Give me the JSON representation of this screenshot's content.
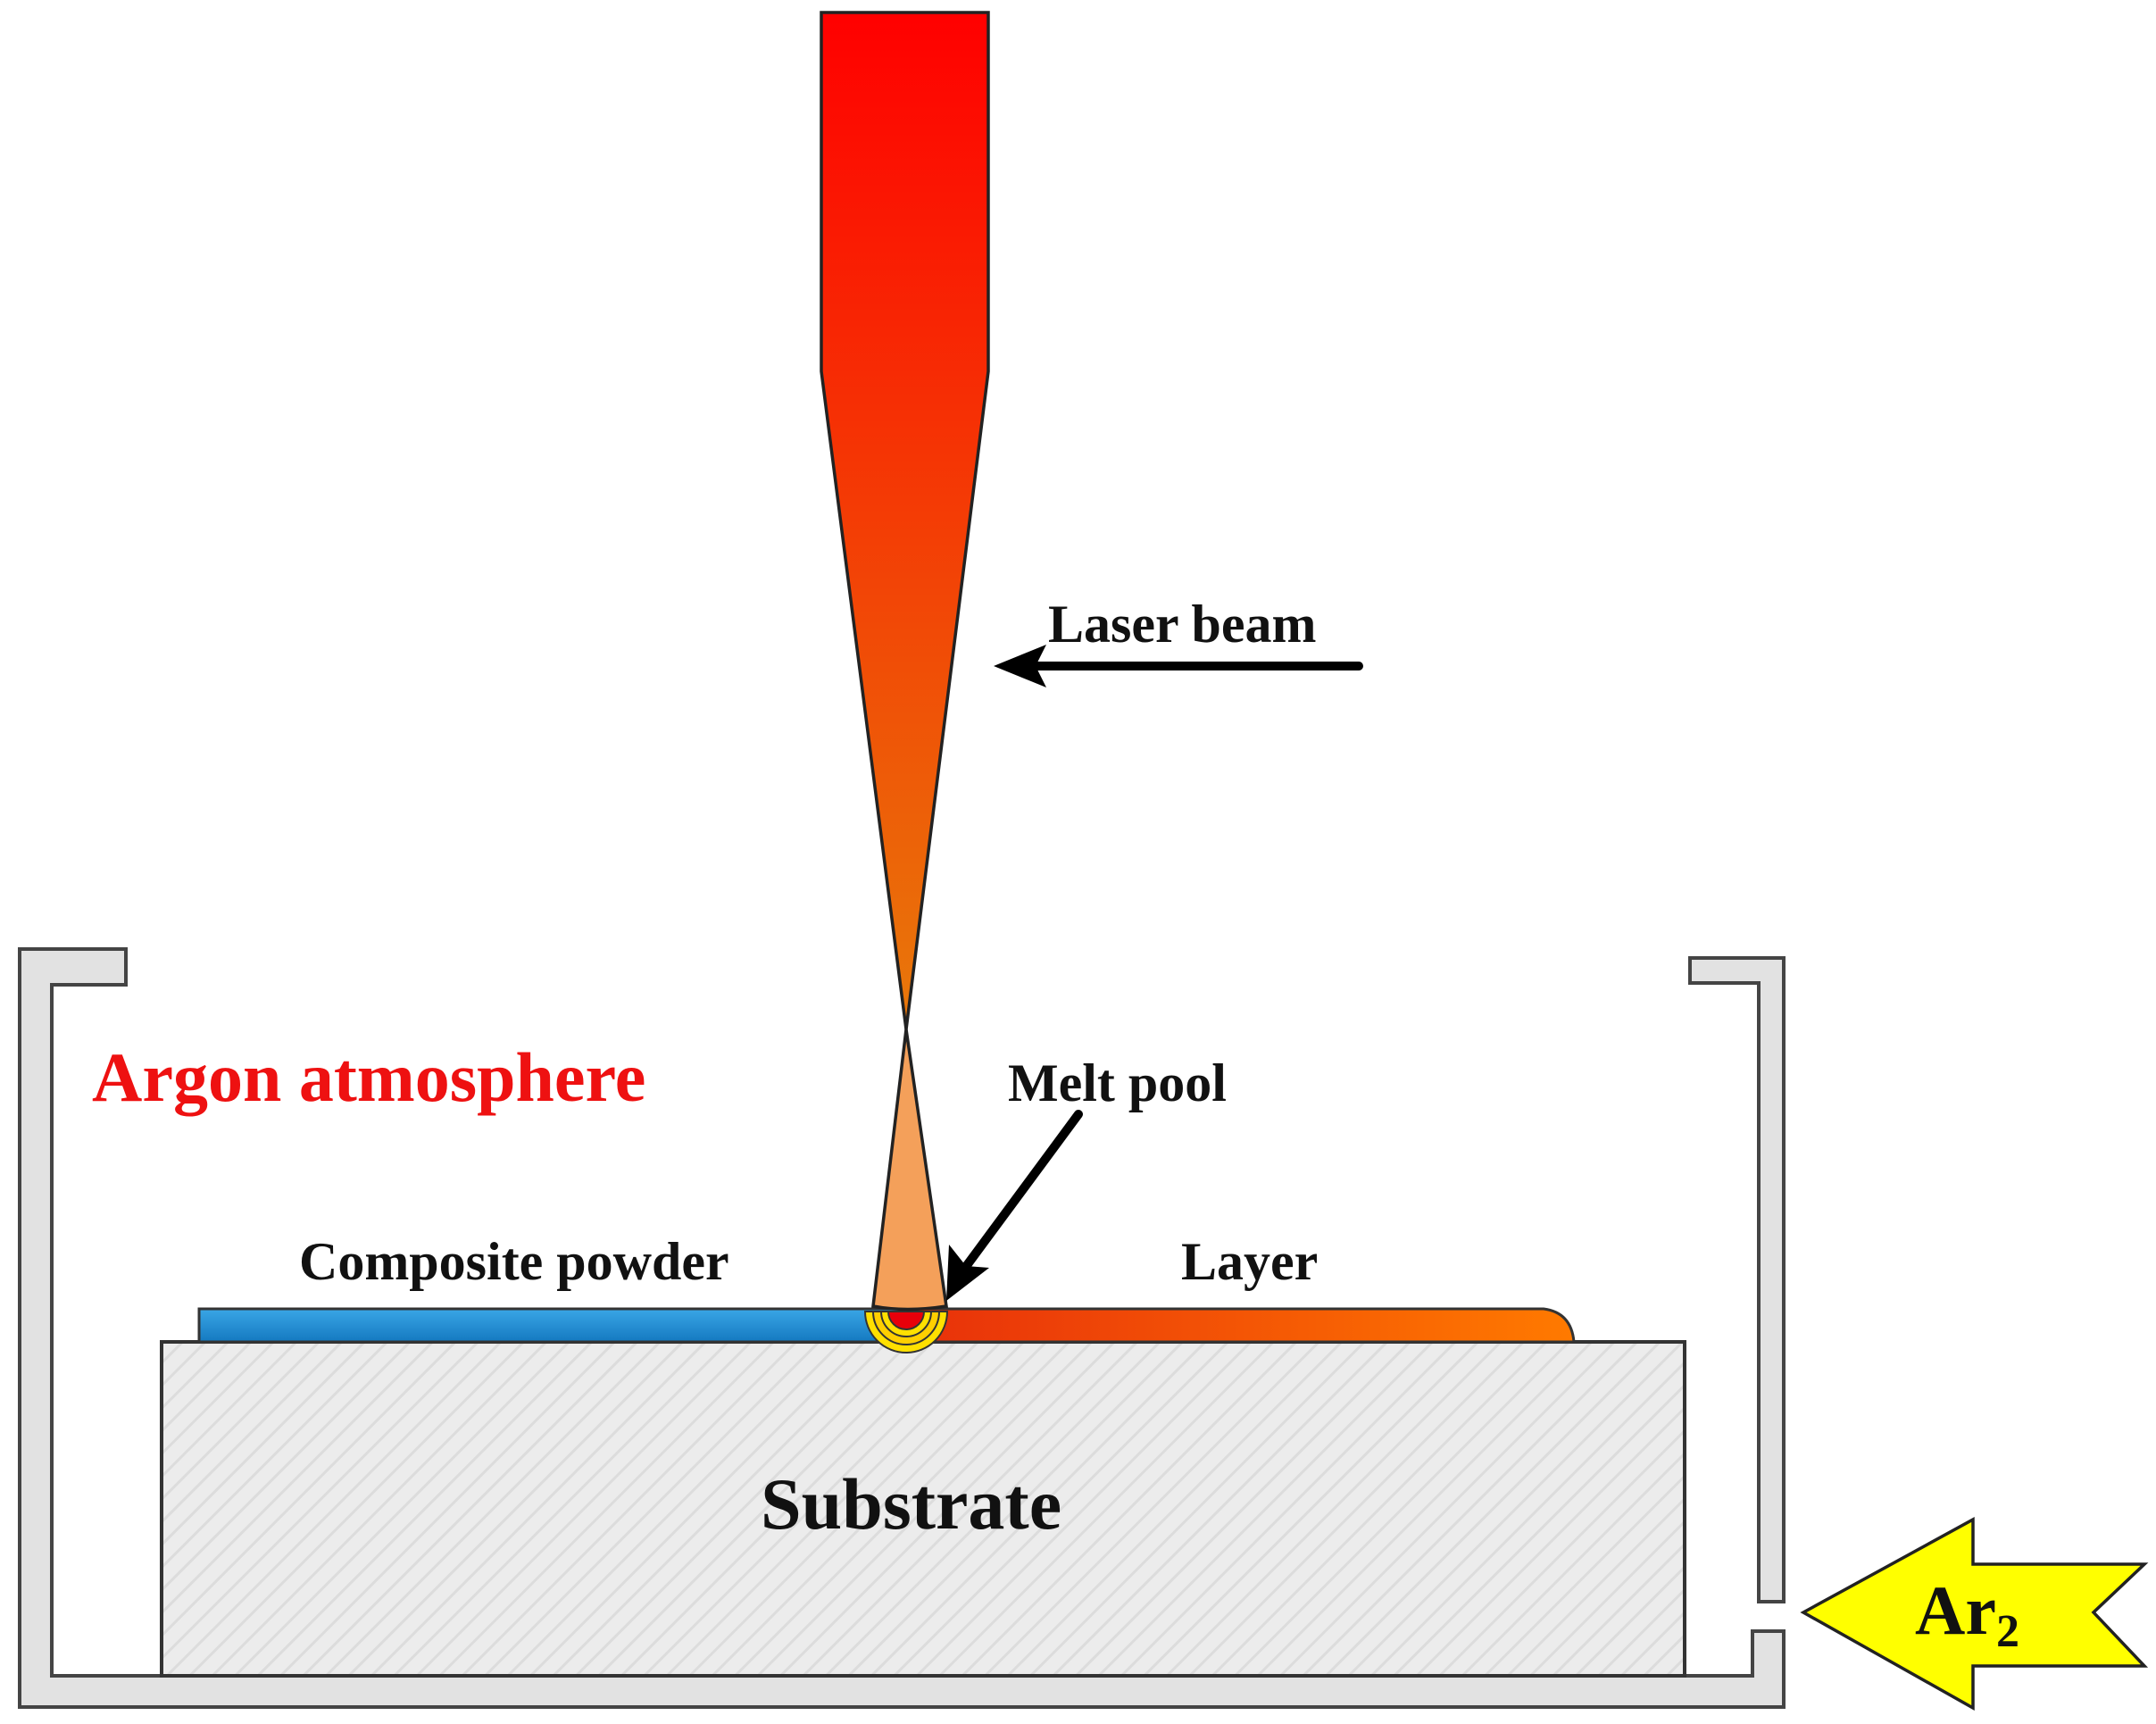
{
  "labels": {
    "laser_beam": "Laser beam",
    "argon_atmosphere": "Argon atmosphere",
    "melt_pool": "Melt pool",
    "composite_powder": "Composite powder",
    "layer": "Layer",
    "substrate": "Substrate",
    "gas_main": "Ar",
    "gas_sub": "2"
  },
  "colors": {
    "beam_top": "#ff0000",
    "beam_bottom": "#e8790a",
    "beam_lower_cone": "#f4a05a",
    "argon_text": "#ee1111",
    "powder": "#1c8fd6",
    "layer_left": "#e8300a",
    "layer_right": "#ff7a00",
    "melt_pool_core": "#e8000a",
    "melt_pool_ring": "#ffe000",
    "chamber_wall": "#e2e2e2",
    "substrate": "#ececec",
    "gas_arrow": "#ffff00"
  }
}
